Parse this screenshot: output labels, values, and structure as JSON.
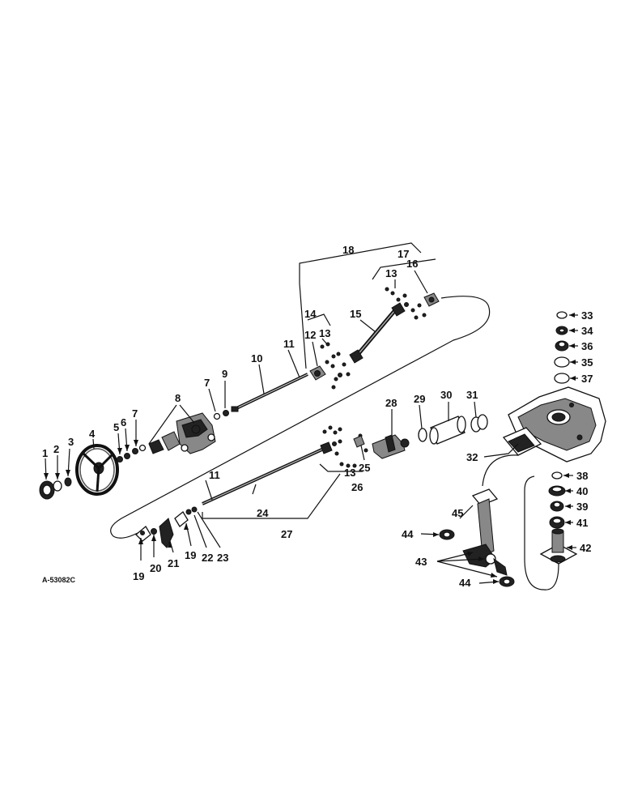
{
  "drawing_code": "A-53082C",
  "callouts": {
    "c1": "1",
    "c2": "2",
    "c3": "3",
    "c4": "4",
    "c5": "5",
    "c6": "6",
    "c7a": "7",
    "c7b": "7",
    "c8": "8",
    "c9": "9",
    "c10": "10",
    "c11a": "11",
    "c11b": "11",
    "c12": "12",
    "c13a": "13",
    "c13b": "13",
    "c13c": "13",
    "c14": "14",
    "c15": "15",
    "c16": "16",
    "c17": "17",
    "c18": "18",
    "c19a": "19",
    "c19b": "19",
    "c20": "20",
    "c21": "21",
    "c22": "22",
    "c23": "23",
    "c24": "24",
    "c25": "25",
    "c26": "26",
    "c27": "27",
    "c28": "28",
    "c29": "29",
    "c30": "30",
    "c31": "31",
    "c32": "32",
    "c33": "33",
    "c34": "34",
    "c35": "35",
    "c36": "36",
    "c37": "37",
    "c38": "38",
    "c39": "39",
    "c40": "40",
    "c41": "41",
    "c42": "42",
    "c43": "43",
    "c44a": "44",
    "c44b": "44",
    "c45": "45"
  }
}
